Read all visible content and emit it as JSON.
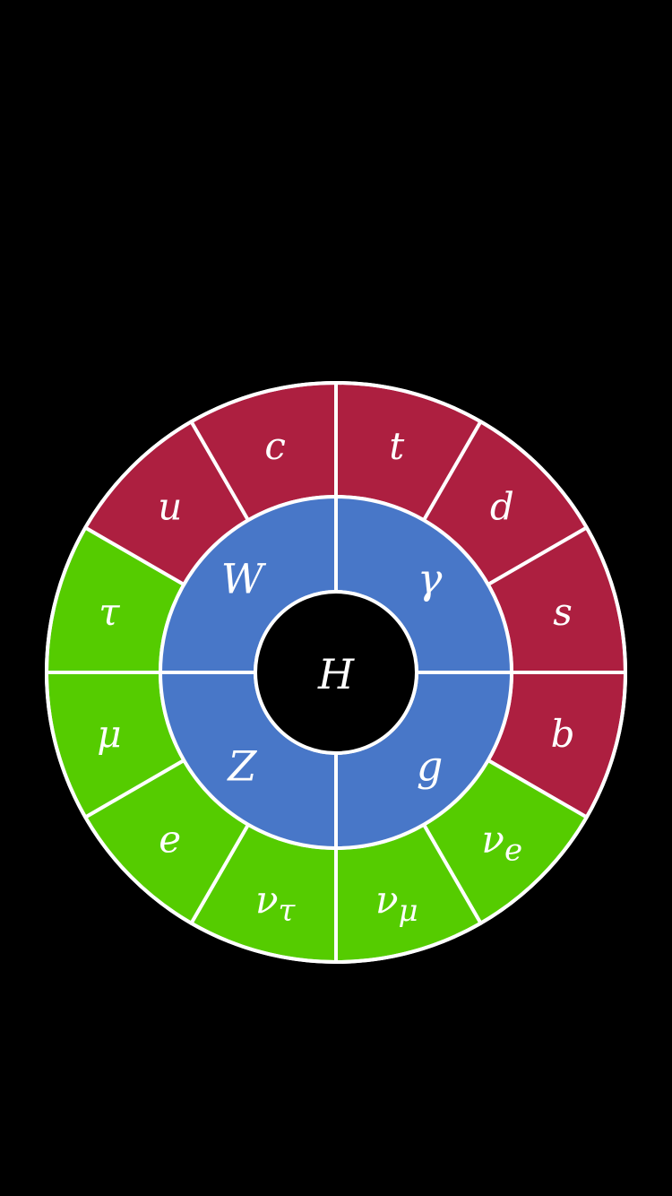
{
  "colors": {
    "background": "#000000",
    "quark": "#ad1f40",
    "lepton": "#55cc00",
    "boson": "#4877c8",
    "higgs": "#000000",
    "divider": "#ffffff"
  },
  "center": {
    "symbol": "H",
    "color": "#000000"
  },
  "bosons": [
    {
      "symbol": "γ",
      "sub": "",
      "color": "#4877c8"
    },
    {
      "symbol": "g",
      "sub": "",
      "color": "#4877c8"
    },
    {
      "symbol": "Z",
      "sub": "",
      "color": "#4877c8"
    },
    {
      "symbol": "W",
      "sub": "",
      "color": "#4877c8"
    }
  ],
  "fermions": [
    {
      "symbol": "t",
      "sub": "",
      "color": "#ad1f40"
    },
    {
      "symbol": "d",
      "sub": "",
      "color": "#ad1f40"
    },
    {
      "symbol": "s",
      "sub": "",
      "color": "#ad1f40"
    },
    {
      "symbol": "b",
      "sub": "",
      "color": "#ad1f40"
    },
    {
      "symbol": "ν",
      "sub": "e",
      "color": "#55cc00"
    },
    {
      "symbol": "ν",
      "sub": "μ",
      "color": "#55cc00"
    },
    {
      "symbol": "ν",
      "sub": "τ",
      "color": "#55cc00"
    },
    {
      "symbol": "e",
      "sub": "",
      "color": "#55cc00"
    },
    {
      "symbol": "μ",
      "sub": "",
      "color": "#55cc00"
    },
    {
      "symbol": "τ",
      "sub": "",
      "color": "#55cc00"
    },
    {
      "symbol": "u",
      "sub": "",
      "color": "#ad1f40"
    },
    {
      "symbol": "c",
      "sub": "",
      "color": "#ad1f40"
    }
  ]
}
